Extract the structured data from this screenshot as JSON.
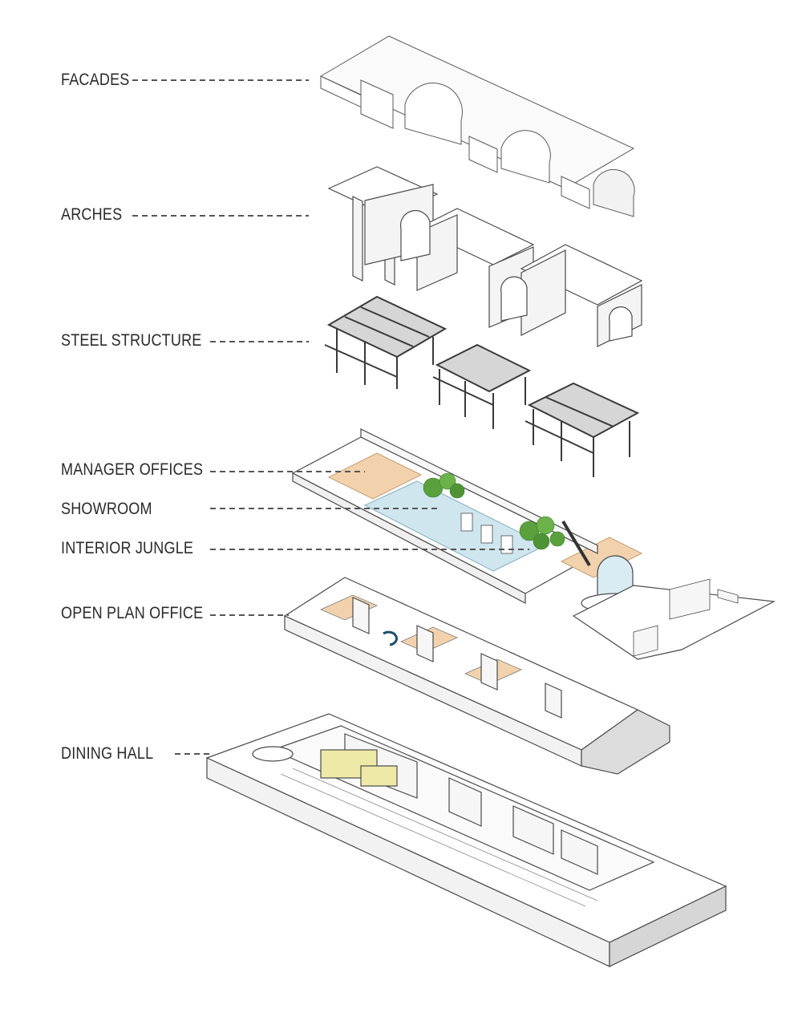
{
  "labels": [
    {
      "key": "facades",
      "text": "FACADES"
    },
    {
      "key": "arches",
      "text": "ARCHES"
    },
    {
      "key": "steel",
      "text": "STEEL STRUCTURE"
    },
    {
      "key": "manager",
      "text": "MANAGER OFFICES"
    },
    {
      "key": "showroom",
      "text": "SHOWROOM"
    },
    {
      "key": "jungle",
      "text": "INTERIOR JUNGLE"
    },
    {
      "key": "openplan",
      "text": "OPEN PLAN OFFICE"
    },
    {
      "key": "dining",
      "text": "DINING HALL"
    }
  ],
  "colors": {
    "line": "#4a4a4a",
    "leader": "#555555",
    "glass": "#cfe6ef",
    "wood": "#f2d2ad",
    "tree": "#5aa13e",
    "treeDark": "#3d7f2a",
    "steel": "#3a3a3a",
    "wall": "#f4f4f4",
    "shade": "#dcdcdc",
    "dining": "#efe9a8"
  }
}
